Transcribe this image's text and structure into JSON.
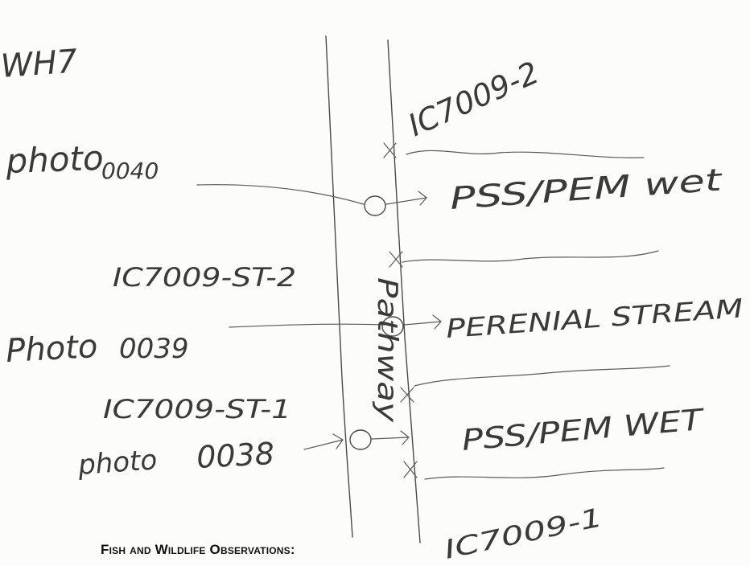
{
  "document": {
    "notes": {
      "top_left": "WH7",
      "top_right": "IC7009-2",
      "bottom_right": "IC7009-1",
      "vertical_label": "Pathway"
    },
    "photos": [
      {
        "label": "photo",
        "number": "0040"
      },
      {
        "label": "Photo",
        "number": "0039"
      },
      {
        "label": "photo",
        "number": "0038"
      }
    ],
    "stations": [
      {
        "label": "IC7009-ST-2"
      },
      {
        "label": "IC7009-ST-1"
      }
    ],
    "features": [
      {
        "label": "PSS/PEM wet"
      },
      {
        "label": "PERENIAL STREAM"
      },
      {
        "label": "PSS/PEM WET"
      }
    ],
    "footer_heading": "Fish and Wildlife Observations:"
  }
}
